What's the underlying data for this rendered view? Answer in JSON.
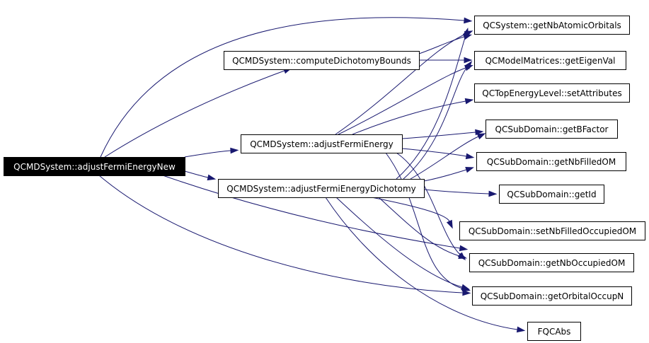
{
  "diagram": {
    "colors": {
      "edge": "#191970",
      "root_fill": "#000000",
      "root_text": "#ffffff",
      "node_border": "#000000"
    },
    "nodes": [
      {
        "id": "root",
        "label": "QCMDSystem::adjustFermiEnergyNew",
        "root": true
      },
      {
        "id": "computeDichotomyBounds",
        "label": "QCMDSystem::computeDichotomyBounds"
      },
      {
        "id": "adjustFermiEnergy",
        "label": "QCMDSystem::adjustFermiEnergy"
      },
      {
        "id": "adjustFermiEnergyDichotomy",
        "label": "QCMDSystem::adjustFermiEnergyDichotomy"
      },
      {
        "id": "getNbAtomicOrbitals",
        "label": "QCSystem::getNbAtomicOrbitals"
      },
      {
        "id": "getEigenVal",
        "label": "QCModelMatrices::getEigenVal"
      },
      {
        "id": "setAttributes",
        "label": "QCTopEnergyLevel::setAttributes"
      },
      {
        "id": "getBFactor",
        "label": "QCSubDomain::getBFactor"
      },
      {
        "id": "getNbFilledOM",
        "label": "QCSubDomain::getNbFilledOM"
      },
      {
        "id": "getId",
        "label": "QCSubDomain::getId"
      },
      {
        "id": "setNbFilledOccupiedOM",
        "label": "QCSubDomain::setNbFilledOccupiedOM"
      },
      {
        "id": "getNbOccupiedOM",
        "label": "QCSubDomain::getNbOccupiedOM"
      },
      {
        "id": "getOrbitalOccupN",
        "label": "QCSubDomain::getOrbitalOccupN"
      },
      {
        "id": "FQCAbs",
        "label": "FQCAbs"
      }
    ],
    "edges": [
      {
        "from": "root",
        "to": "getNbAtomicOrbitals"
      },
      {
        "from": "root",
        "to": "computeDichotomyBounds"
      },
      {
        "from": "root",
        "to": "adjustFermiEnergy"
      },
      {
        "from": "root",
        "to": "adjustFermiEnergyDichotomy"
      },
      {
        "from": "root",
        "to": "getNbOccupiedOM"
      },
      {
        "from": "root",
        "to": "getOrbitalOccupN"
      },
      {
        "from": "computeDichotomyBounds",
        "to": "getNbAtomicOrbitals"
      },
      {
        "from": "computeDichotomyBounds",
        "to": "getEigenVal"
      },
      {
        "from": "adjustFermiEnergy",
        "to": "getNbAtomicOrbitals"
      },
      {
        "from": "adjustFermiEnergy",
        "to": "getEigenVal"
      },
      {
        "from": "adjustFermiEnergy",
        "to": "setAttributes"
      },
      {
        "from": "adjustFermiEnergy",
        "to": "getBFactor"
      },
      {
        "from": "adjustFermiEnergy",
        "to": "getNbFilledOM"
      },
      {
        "from": "adjustFermiEnergy",
        "to": "getNbOccupiedOM"
      },
      {
        "from": "adjustFermiEnergy",
        "to": "getOrbitalOccupN"
      },
      {
        "from": "adjustFermiEnergyDichotomy",
        "to": "getNbAtomicOrbitals"
      },
      {
        "from": "adjustFermiEnergyDichotomy",
        "to": "getEigenVal"
      },
      {
        "from": "adjustFermiEnergyDichotomy",
        "to": "getBFactor"
      },
      {
        "from": "adjustFermiEnergyDichotomy",
        "to": "getNbFilledOM"
      },
      {
        "from": "adjustFermiEnergyDichotomy",
        "to": "getId"
      },
      {
        "from": "adjustFermiEnergyDichotomy",
        "to": "setNbFilledOccupiedOM"
      },
      {
        "from": "adjustFermiEnergyDichotomy",
        "to": "getNbOccupiedOM"
      },
      {
        "from": "adjustFermiEnergyDichotomy",
        "to": "getOrbitalOccupN"
      },
      {
        "from": "adjustFermiEnergyDichotomy",
        "to": "FQCAbs"
      }
    ]
  }
}
